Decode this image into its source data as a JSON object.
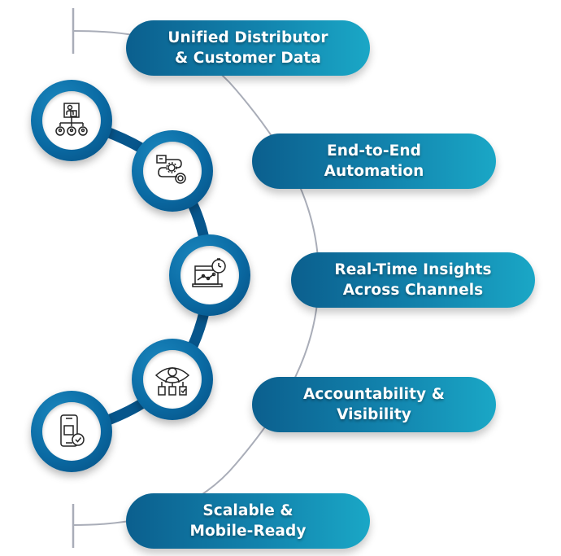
{
  "diagram": {
    "colors": {
      "pill_gradient_start": "#0b5f8e",
      "pill_gradient_end": "#1aa7c6",
      "node_ring": "#0a6aa3",
      "connector": "#07568c",
      "guide_arc": "#a9adb8",
      "icon_stroke": "#222222",
      "text": "#ffffff"
    },
    "items": [
      {
        "line1": "Unified Distributor",
        "line2": "& Customer Data",
        "icon": "org-hierarchy-icon"
      },
      {
        "line1": "End-to-End",
        "line2": "Automation",
        "icon": "workflow-automation-icon"
      },
      {
        "line1": "Real-Time Insights",
        "line2": "Across Channels",
        "icon": "analytics-stopwatch-icon"
      },
      {
        "line1": "Accountability &",
        "line2": "Visibility",
        "icon": "oversight-eye-icon"
      },
      {
        "line1": "Scalable &",
        "line2": "Mobile-Ready",
        "icon": "mobile-check-icon"
      }
    ]
  }
}
